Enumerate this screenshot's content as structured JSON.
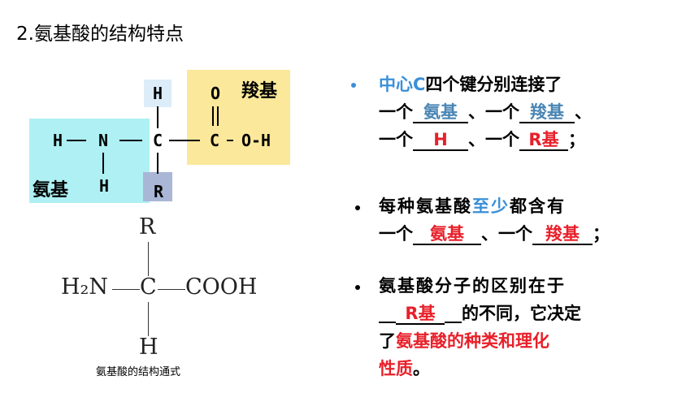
{
  "title": "2.氨基酸的结构特点",
  "structure": {
    "atoms": {
      "h_left": "H",
      "n": "N",
      "c_center": "C",
      "c_carboxyl": "C",
      "o_top": "O",
      "oh": "O-H",
      "h_top": "H",
      "h_bottom": "H",
      "r": "R"
    },
    "amino_label": "氨基",
    "carboxyl_label": "羧基"
  },
  "general_formula": {
    "r": "R",
    "left": "H₂N",
    "c": "C",
    "right": "COOH",
    "h": "H",
    "caption": "氨基酸的结构通式"
  },
  "points": {
    "p1": {
      "line1": "中心C四个键分别连接了",
      "prefix_blue": "中心C",
      "rest1": "四个键分别连接了",
      "one": "一个",
      "sep1": "、",
      "sep2": "、",
      "end": "；",
      "ans_amino": "氨基",
      "ans_carboxyl": "羧基",
      "ans_h": "H",
      "ans_r": "R基"
    },
    "p2": {
      "a": "每种氨基酸",
      "b": "至少",
      "c": "都含有",
      "one": "一个",
      "sep": "、",
      "end": "；",
      "ans_amino": "氨基",
      "ans_carboxyl": "羧基"
    },
    "p3": {
      "line1": "氨基酸分子的区别在于",
      "pre": "__",
      "ans_r": "R基",
      "post": "__的不同，它决定",
      "l3a": "了",
      "l3b": "氨基酸的种类和理化",
      "l4a": "性质",
      "l4b": "。"
    }
  },
  "colors": {
    "accent_blue": "#3a8fd8",
    "answer_red": "#e8202a",
    "answer_steel": "#4a86b4",
    "amino_box": "#aef0f4",
    "carboxyl_box": "#fbe89a"
  }
}
